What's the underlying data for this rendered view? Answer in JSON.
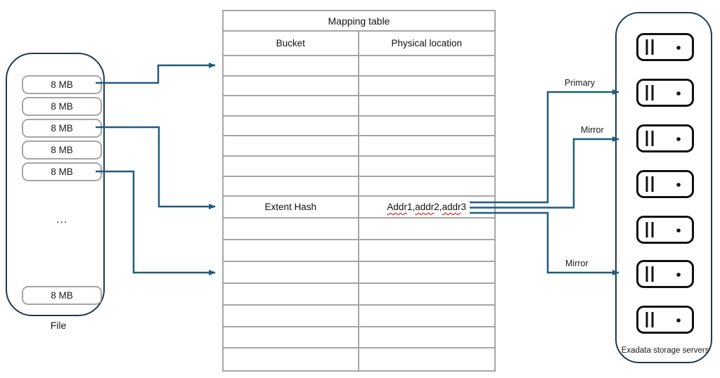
{
  "file": {
    "label": "File",
    "blocks": [
      "8 MB",
      "8 MB",
      "8 MB",
      "8 MB",
      "8 MB",
      "8 MB"
    ],
    "ellipsis": "..."
  },
  "mapping_table": {
    "title": "Mapping table",
    "columns": [
      "Bucket",
      "Physical location"
    ],
    "rows": [
      {
        "bucket": "",
        "location": []
      },
      {
        "bucket": "",
        "location": []
      },
      {
        "bucket": "",
        "location": []
      },
      {
        "bucket": "",
        "location": []
      },
      {
        "bucket": "",
        "location": []
      },
      {
        "bucket": "",
        "location": []
      },
      {
        "bucket": "",
        "location": []
      },
      {
        "bucket": "Extent Hash",
        "location": [
          {
            "text": "Addr",
            "wavy": true
          },
          {
            "text": " 1, ",
            "wavy": false
          },
          {
            "text": "addr",
            "wavy": true
          },
          {
            "text": " 2, ",
            "wavy": false
          },
          {
            "text": "addr",
            "wavy": true
          },
          {
            "text": " 3",
            "wavy": false
          }
        ]
      },
      {
        "bucket": "",
        "location": []
      },
      {
        "bucket": "",
        "location": []
      },
      {
        "bucket": "",
        "location": []
      },
      {
        "bucket": "",
        "location": []
      },
      {
        "bucket": "",
        "location": []
      },
      {
        "bucket": "",
        "location": []
      },
      {
        "bucket": "",
        "location": []
      }
    ]
  },
  "connectors": {
    "primary_label": "Primary",
    "mirror_label_top": "Mirror",
    "mirror_label_bottom": "Mirror"
  },
  "storage": {
    "label": "Exadata storage servers",
    "server_count": 7
  },
  "colors": {
    "arrow": "#1F5C7E",
    "container_border": "#1E3A4C",
    "table_border": "#A6A6A6",
    "server_icon": "#111111",
    "spellcheck": "#C00000"
  }
}
